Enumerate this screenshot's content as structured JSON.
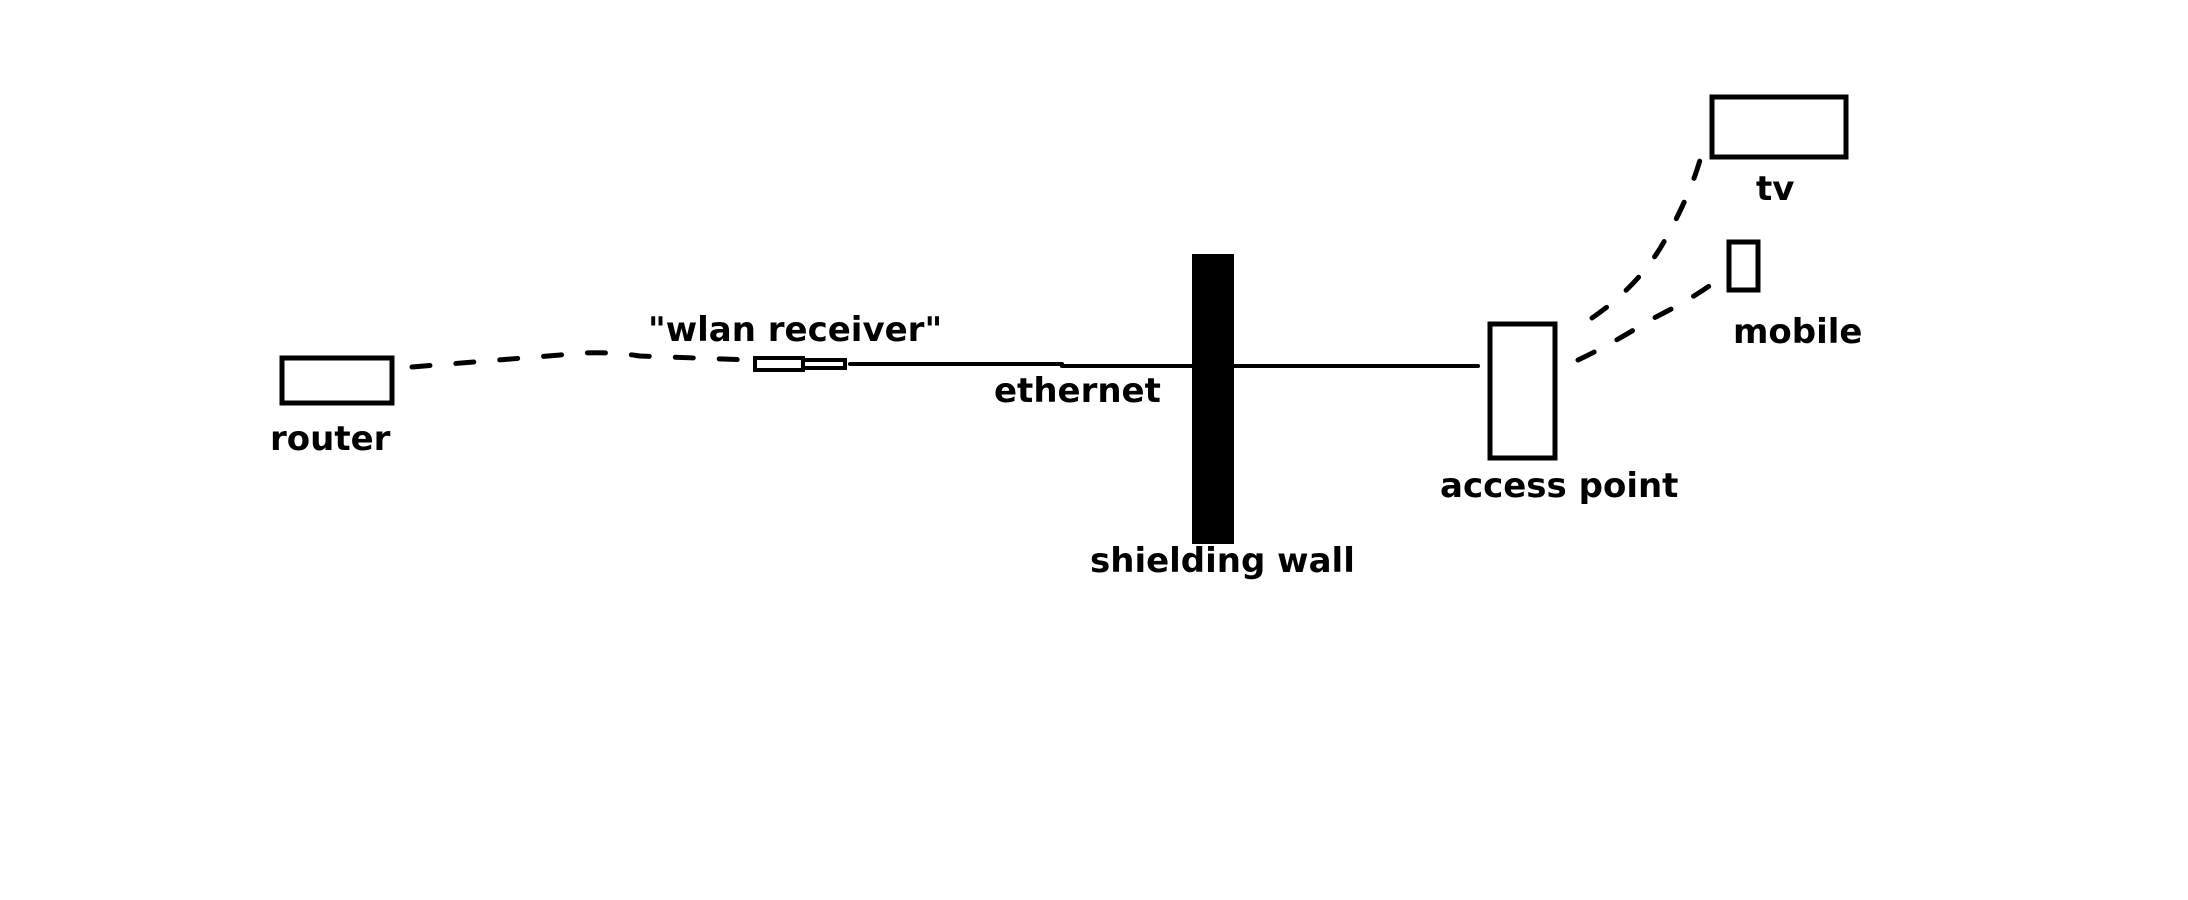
{
  "diagram": {
    "title": "",
    "nodes": {
      "router": {
        "label": "router",
        "icon": "router-box"
      },
      "wlan_receiver": {
        "label": "\"wlan receiver\"",
        "icon": "usb-dongle"
      },
      "shielding_wall": {
        "label": "shielding wall",
        "icon": "wall-bar"
      },
      "access_point": {
        "label": "access point",
        "icon": "access-point-box"
      },
      "tv": {
        "label": "tv",
        "icon": "tv-box"
      },
      "mobile": {
        "label": "mobile",
        "icon": "mobile-box"
      }
    },
    "edges": [
      {
        "from": "router",
        "to": "wlan_receiver",
        "style": "dashed",
        "kind": "wireless"
      },
      {
        "from": "wlan_receiver",
        "to": "access_point",
        "style": "solid",
        "kind": "wired",
        "label": "ethernet",
        "passes_through": "shielding_wall"
      },
      {
        "from": "access_point",
        "to": "tv",
        "style": "dashed",
        "kind": "wireless"
      },
      {
        "from": "access_point",
        "to": "mobile",
        "style": "dashed",
        "kind": "wireless"
      }
    ],
    "colors": {
      "stroke": "#000000",
      "background": "#ffffff"
    }
  }
}
